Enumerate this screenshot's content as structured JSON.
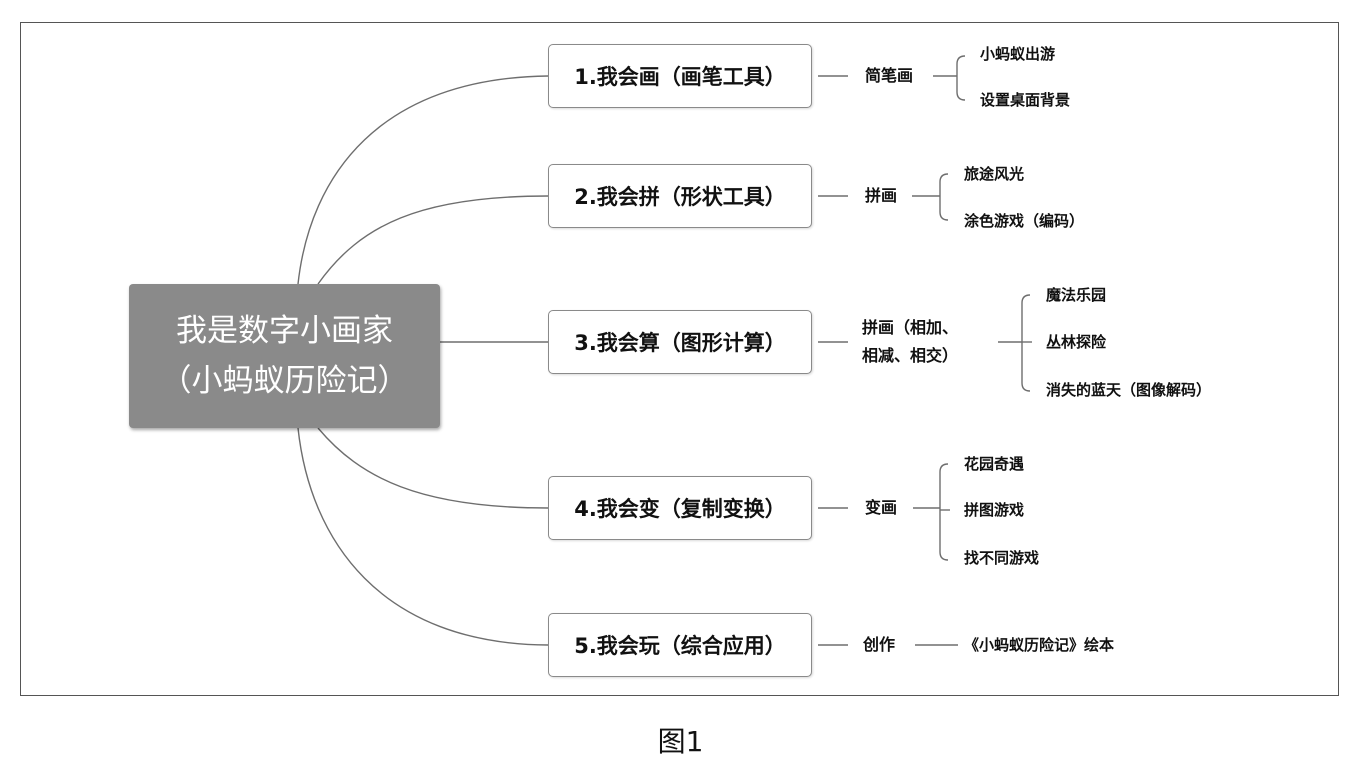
{
  "root": {
    "line1": "我是数字小画家",
    "line2": "（小蚂蚁历险记）"
  },
  "categories": [
    {
      "label": "1.我会画（画笔工具）",
      "sub": "简笔画",
      "leaves": [
        "小蚂蚁出游",
        "设置桌面背景"
      ]
    },
    {
      "label": "2.我会拼（形状工具）",
      "sub": "拼画",
      "leaves": [
        "旅途风光",
        "涂色游戏（编码）"
      ]
    },
    {
      "label": "3.我会算（图形计算）",
      "sub_line1": "拼画（相加、",
      "sub_line2": "相减、相交）",
      "leaves": [
        "魔法乐园",
        "丛林探险",
        "消失的蓝天（图像解码）"
      ]
    },
    {
      "label": "4.我会变（复制变换）",
      "sub": "变画",
      "leaves": [
        "花园奇遇",
        "拼图游戏",
        "找不同游戏"
      ]
    },
    {
      "label": "5.我会玩（综合应用）",
      "sub": "创作",
      "leaves": [
        "《小蚂蚁历险记》绘本"
      ]
    }
  ],
  "caption": "图1"
}
